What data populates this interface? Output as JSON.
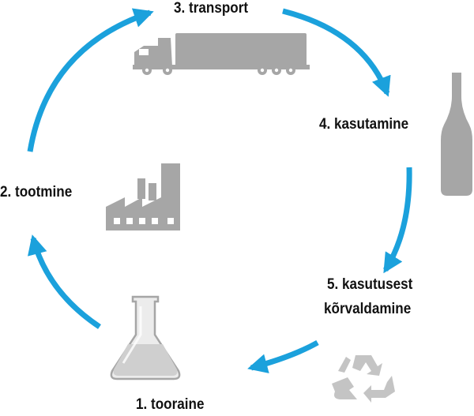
{
  "steps": [
    {
      "label": "3. transport",
      "icon": "truck-icon"
    },
    {
      "label": "4. kasutamine",
      "icon": "bottle-icon"
    },
    {
      "label_line1": "5. kasutusest",
      "label_line2": "kõrvaldamine",
      "icon": "recycle-icon"
    },
    {
      "label": "1. tooraine",
      "icon": "flask-icon"
    },
    {
      "label": "2. tootmine",
      "icon": "factory-icon"
    }
  ],
  "colors": {
    "arrow": "#1ba1dc",
    "icon": "#a6a6a6",
    "icon_light": "#c4c4c4",
    "text": "#111111"
  }
}
